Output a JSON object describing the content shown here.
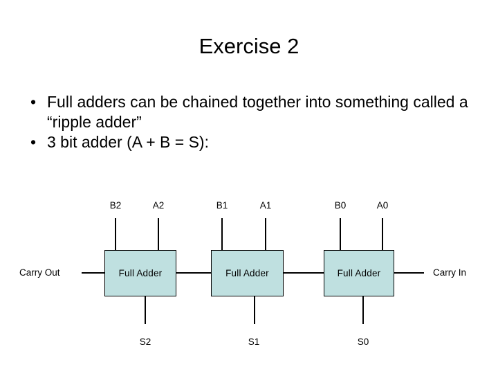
{
  "slide": {
    "title": "Exercise 2",
    "background_color": "#ffffff",
    "text_color": "#000000"
  },
  "bullets": [
    {
      "marker": "•",
      "text": "Full adders can be chained together into something called a “ripple adder”"
    },
    {
      "marker": "•",
      "text": "3 bit adder (A + B = S):"
    }
  ],
  "diagram": {
    "box_fill_color": "#bfe0e0",
    "line_color": "#000000",
    "adders": [
      {
        "label": "Full Adder",
        "inputs": [
          "B2",
          "A2"
        ],
        "output": "S2"
      },
      {
        "label": "Full Adder",
        "inputs": [
          "B1",
          "A1"
        ],
        "output": "S1"
      },
      {
        "label": "Full Adder",
        "inputs": [
          "B0",
          "A0"
        ],
        "output": "S0"
      }
    ],
    "carry_out_label": "Carry Out",
    "carry_in_label": "Carry In"
  }
}
